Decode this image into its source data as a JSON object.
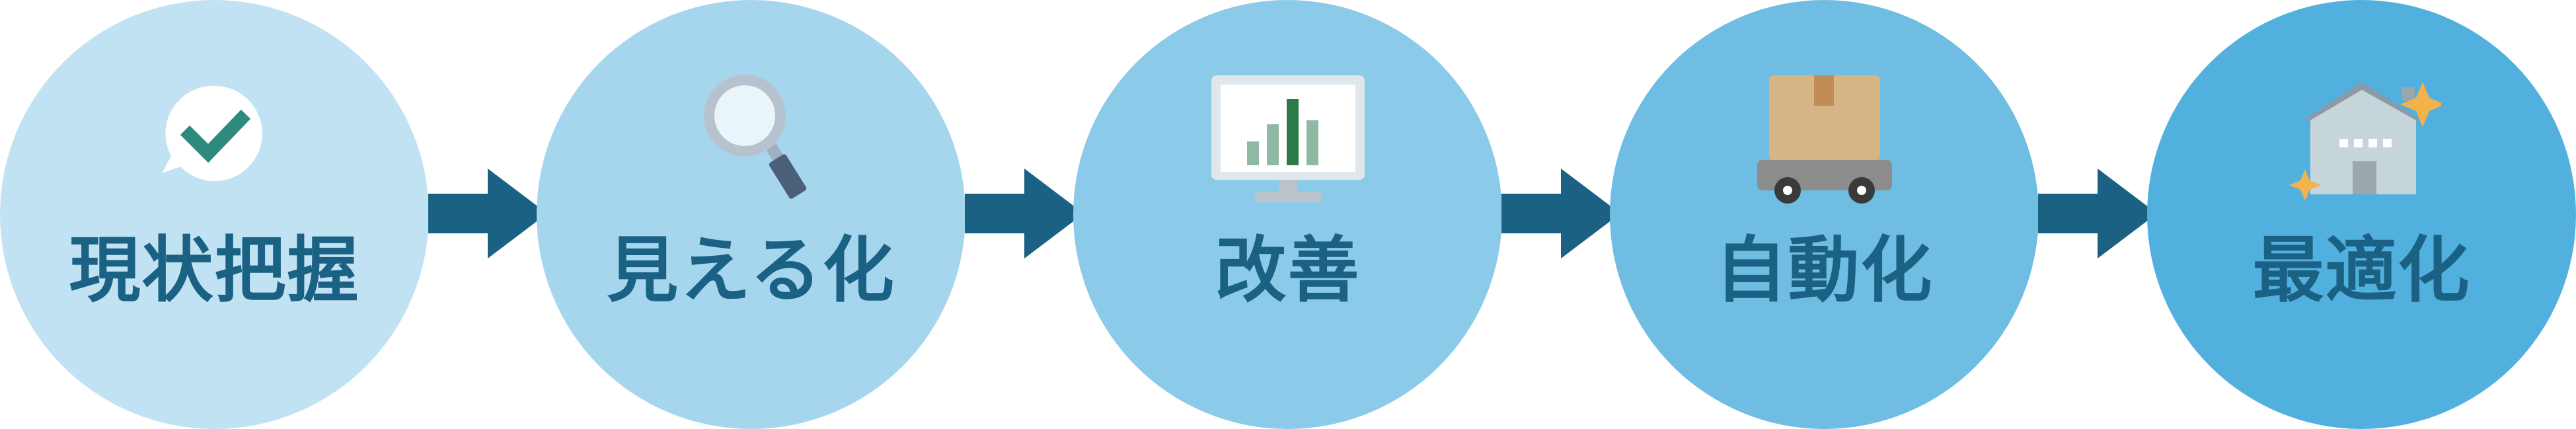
{
  "steps": [
    {
      "label": "現状把握",
      "icon": "speech-bubble-check-icon"
    },
    {
      "label": "見える化",
      "icon": "magnifying-glass-icon"
    },
    {
      "label": "改善",
      "icon": "monitor-bar-chart-icon"
    },
    {
      "label": "自動化",
      "icon": "cargo-cart-box-icon"
    },
    {
      "label": "最適化",
      "icon": "sparkling-warehouse-icon"
    }
  ],
  "colors": {
    "step_fills": [
      "#c1e2f3",
      "#a6d6ee",
      "#8bcae9",
      "#6fbde3",
      "#52b0df"
    ],
    "label_text": "#1a6183",
    "arrow": "#1a6183"
  }
}
